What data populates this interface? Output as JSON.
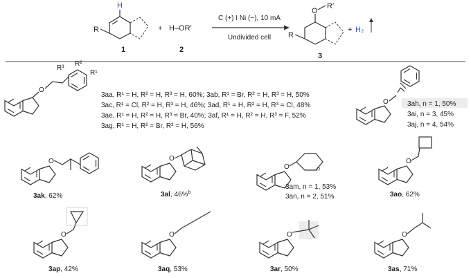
{
  "scheme": {
    "substrate_R": "R",
    "substrate_H": "H",
    "plus1": "+",
    "alcohol": "H–OR′",
    "conditions_top": "C (+) I Ni (−), 10 mA",
    "conditions_bottom": "Undivided cell",
    "product_O": "O",
    "product_R_prime": "R′",
    "product_R": "R",
    "plus2": "+",
    "h2": "H₂",
    "label1": "1",
    "label2": "2",
    "label3": "3"
  },
  "aryl_series": {
    "R1": "R¹",
    "R2": "R²",
    "R3": "R³",
    "O": "O",
    "lines": [
      "3aa, R¹ = H, R² = H, R³ = H, 60%; 3ab, R¹ = Br, R² = H, R³ = H, 50%",
      "3ac, R¹ = Cl, R² = H, R³ = H, 46%; 3ad, R¹ = H, R² = H, R³ = Cl, 48%",
      "3ae, R¹ = H, R² = H, R³ = Br, 40%; 3af, R¹ = H, R² = H, R³ = F, 52%",
      "3ag, R¹ = H, R² = Br, R³ = H, 56%"
    ]
  },
  "chain_series": {
    "O": "O",
    "n": "n",
    "lines": [
      "3ah, n = 1, 50%",
      "3ai, n = 3, 45%",
      "3aj, n = 4, 54%"
    ]
  },
  "products": {
    "ak": {
      "id": "3ak",
      "yield": ", 62%",
      "O": "O"
    },
    "al": {
      "id": "3al",
      "yield": ", 46%",
      "sup": "b",
      "O": "O"
    },
    "am_an": {
      "O": "O",
      "n": "n",
      "lines": [
        "3am, n = 1, 53%",
        "3an, n = 2, 51%"
      ]
    },
    "ao": {
      "id": "3ao",
      "yield": ", 62%",
      "O": "O"
    },
    "ap": {
      "id": "3ap",
      "yield": ", 42%",
      "O": "O"
    },
    "aq": {
      "id": "3aq",
      "yield": ", 53%",
      "O": "O"
    },
    "ar": {
      "id": "3ar",
      "yield": ", 50%",
      "O": "O"
    },
    "as": {
      "id": "3as",
      "yield": ", 71%",
      "O": "O"
    }
  }
}
